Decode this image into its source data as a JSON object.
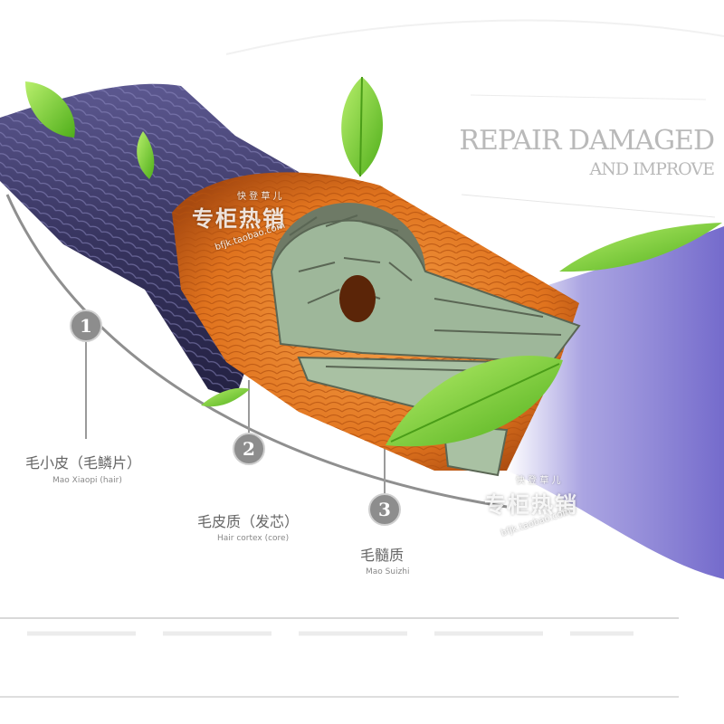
{
  "headline": {
    "title": "REPAIR DAMAGED",
    "subtitle": "AND IMPROVE"
  },
  "layers": [
    {
      "number": "1",
      "label_cn": "毛小皮（毛鳞片）",
      "label_en": "Mao Xiaopi (hair)"
    },
    {
      "number": "2",
      "label_cn": "毛皮质（发芯）",
      "label_en": "Hair cortex (core)"
    },
    {
      "number": "3",
      "label_cn": "毛髓质",
      "label_en": "Mao Suizhi"
    }
  ],
  "watermarks": [
    {
      "top": "快 登 草 儿",
      "main": "专柜热销",
      "url": "bfjk.taobao.com"
    },
    {
      "top": "快 登 草 儿",
      "main": "专柜热销",
      "url": "bfjk.taobao.com"
    }
  ],
  "colors": {
    "cuticle": "#3d3a6e",
    "cortex": "#e0731e",
    "medulla": "#9eb79a",
    "leaf": "#7ed232",
    "lavender_glow": "#8e86d8",
    "label_gray": "#666666"
  }
}
